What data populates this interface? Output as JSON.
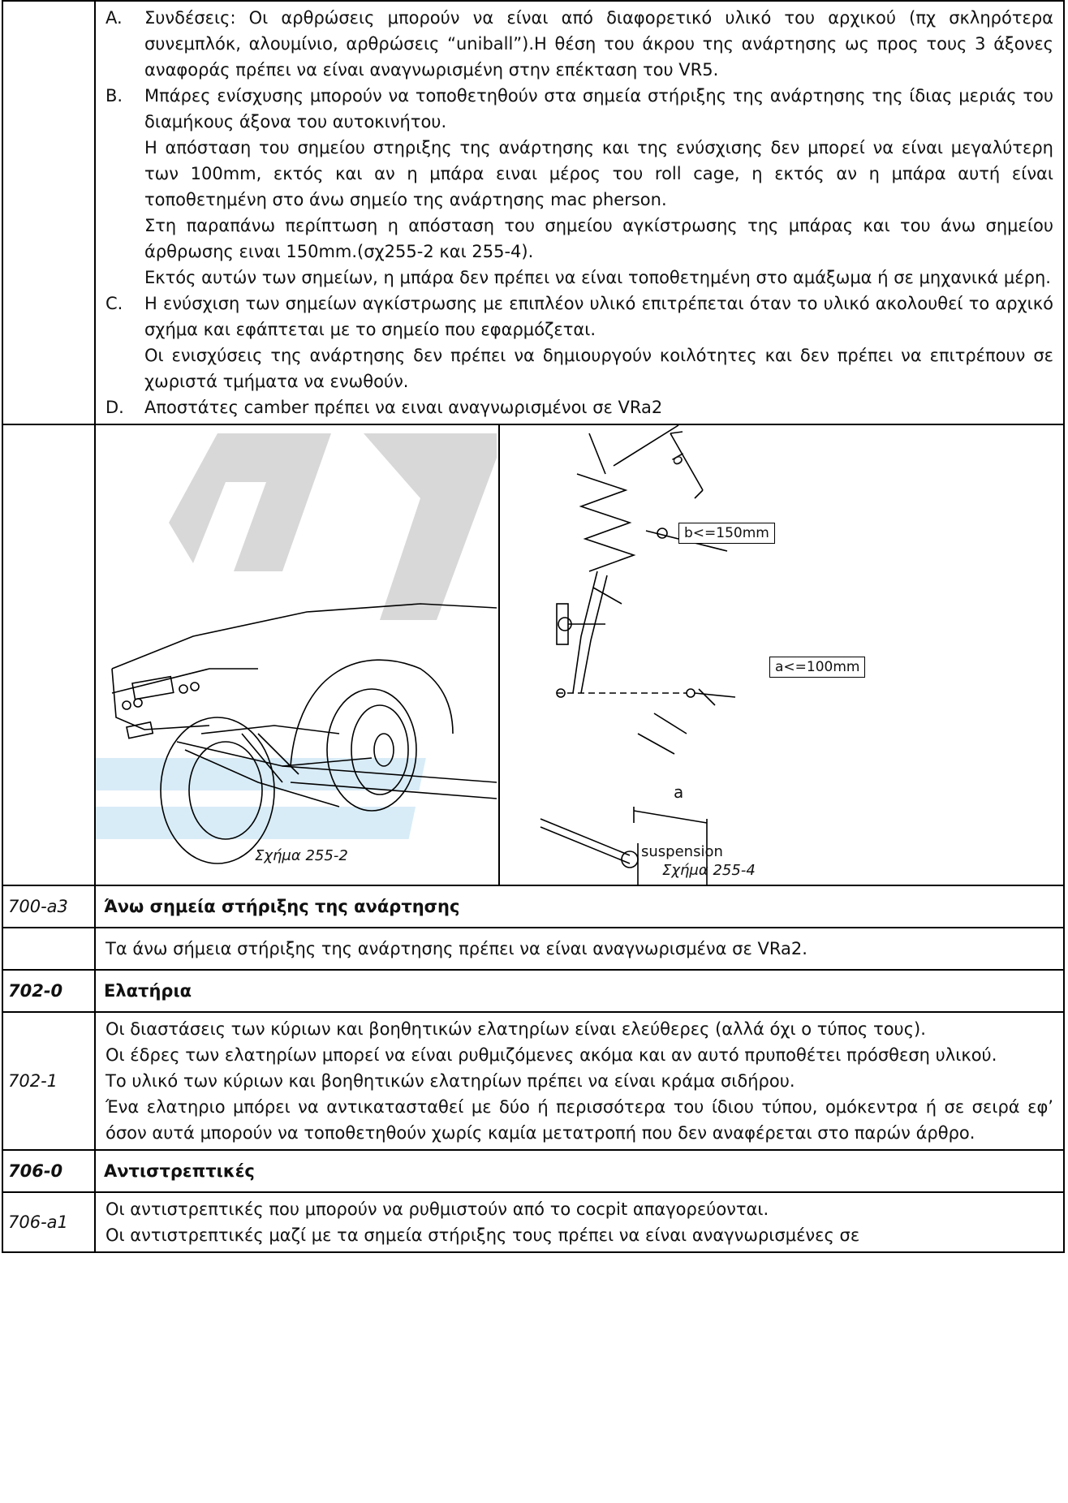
{
  "section_700": {
    "items": [
      {
        "letter": "A.",
        "text": "Συνδέσεις: Οι αρθρώσεις μπορούν να είναι από διαφορετικό υλικό του αρχικού (πχ σκληρότερα συνεμπλόκ, αλουμίνιο, αρθρώσεις “uniball”).Η θέση του άκρου της ανάρτησης ως προς τους 3 άξονες αναφοράς πρέπει να είναι αναγνωρισμένη στην επέκταση του VR5."
      },
      {
        "letter": "B.",
        "text": "Μπάρες ενίσχυσης μπορούν να τοποθετηθούν στα σημεία στήριξης της ανάρτησης της ίδιας μεριάς του διαμήκους άξονα του αυτοκινήτου."
      },
      {
        "letter": "C.",
        "text": "Η ενύσχιση των σημείων αγκίστρωσης με επιπλέον υλικό επιτρέπεται όταν το υλικό ακολουθεί το αρχικό σχήμα και εφάπτεται με το σημείο που εφαρμόζεται."
      },
      {
        "letter": "D.",
        "text": "Αποστάτες camber πρέπει να ειναι αναγνωρισμένοι σε VRa2"
      }
    ],
    "b_para_1": "Η απόσταση του σημείου στηριξης της ανάρτησης και της ενύσχισης δεν μπορεί να είναι μεγαλύτερη των 100mm, εκτός και αν η μπάρα ειναι μέρος του roll cage, η εκτός αν η μπάρα αυτή είναι τοποθετημένη στο άνω σημείο της ανάρτησης mac pherson.",
    "b_para_2": "Στη παραπάνω περίπτωση η απόσταση του σημείου αγκίστρωσης της μπάρας και του άνω σημείου άρθρωσης ειναι 150mm.(σχ255-2 και 255-4).",
    "b_para_3": "Εκτός αυτών των σημείων, η μπάρα δεν πρέπει να είναι τοποθετημένη στο αμάξωμα ή σε μηχανικά μέρη.",
    "c_para_1": "Οι ενισχύσεις της ανάρτησης δεν πρέπει να δημιουργούν κοιλότητες και δεν πρέπει να επιτρέπουν σε χωριστά τμήματα να ενωθούν."
  },
  "figures": {
    "left_caption": "Σχήμα 255-2",
    "right_caption": "Σχήμα 255-4",
    "label_b": "b<=150mm",
    "label_a": "a<=100mm",
    "label_suspension": "suspension",
    "dim_b": "b",
    "dim_a": "a"
  },
  "rows": [
    {
      "code": "700-a3",
      "title": "Άνω σημεία στήριξης της ανάρτησης"
    },
    {
      "code": "",
      "body": "Τα άνω σήμεια στήριξης της ανάρτησης πρέπει να είναι αναγνωρισμένα σε VRa2."
    },
    {
      "code": "702-0",
      "title": "Ελατήρια"
    },
    {
      "code": "702-1",
      "paras": [
        "Οι διαστάσεις των κύριων και βοηθητικών ελατηρίων είναι ελεύθερες (αλλά όχι ο τύπος τους).",
        "Οι έδρες των ελατηρίων μπορεί να είναι ρυθμιζόμενες ακόμα και αν αυτό πρυποθέτει πρόσθεση υλικού.",
        "Το υλικό των κύριων και βοηθητικών ελατηρίων πρέπει να είναι κράμα σιδήρου.",
        "Ένα ελατηριο μπόρει να αντικατασταθεί με δύο ή περισσότερα του ίδιου τύπου, ομόκεντρα ή σε σειρά εφ’ όσον αυτά μπορούν να τοποθετηθούν χωρίς καμία μετατροπή που δεν αναφέρεται στο παρών άρθρο."
      ]
    },
    {
      "code": "706-0",
      "title": "Αντιστρεπτικές"
    },
    {
      "code": "706-a1",
      "paras": [
        "Οι αντιστρεπτικές που μπορούν να ρυθμιστούν από το cocpit απαγορεύονται.",
        "Οι αντιστρεπτικές μαζί με τα σημεία στήριξης τους πρέπει να είναι αναγνωρισμένες σε"
      ]
    }
  ]
}
